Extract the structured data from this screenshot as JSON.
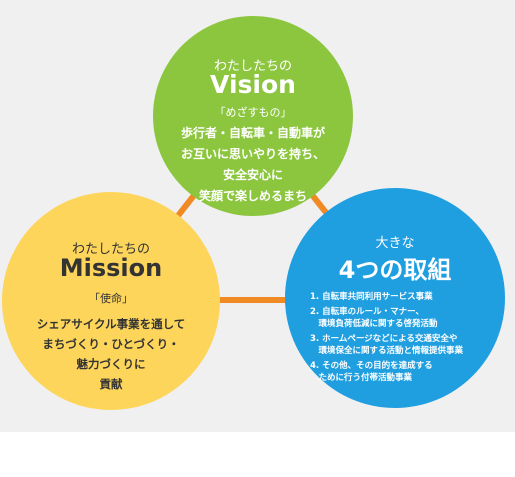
{
  "colors": {
    "background": "#f0f0f0",
    "vision": "#8cc63f",
    "mission": "#fdd55b",
    "initiatives": "#1f9ee0",
    "connector": "#f08a24"
  },
  "vision": {
    "prefix": "わたしたちの",
    "title": "Vision",
    "subtitle": "「めざすもの」",
    "lines": [
      "歩行者・自転車・自動車が",
      "お互いに思いやりを持ち、",
      "安全安心に",
      "笑顔で楽しめるまち"
    ]
  },
  "mission": {
    "prefix": "わたしたちの",
    "title": "Mission",
    "subtitle": "「使命」",
    "lines": [
      "シェアサイクル事業を通して",
      "まちづくり・ひとづくり・",
      "魅力づくりに",
      "貢献"
    ]
  },
  "initiatives": {
    "prefix": "大きな",
    "title": "4つの取組",
    "items": [
      "1. 自転車共同利用サービス事業",
      "2. 自転車のルール・マナー、",
      "　環境負荷低減に関する啓発活動",
      "3. ホームページなどによる交通安全や",
      "　環境保全に関する活動と情報提供事業",
      "4. その他、その目的を達成する",
      "　ために行う付帯活動事業"
    ]
  }
}
